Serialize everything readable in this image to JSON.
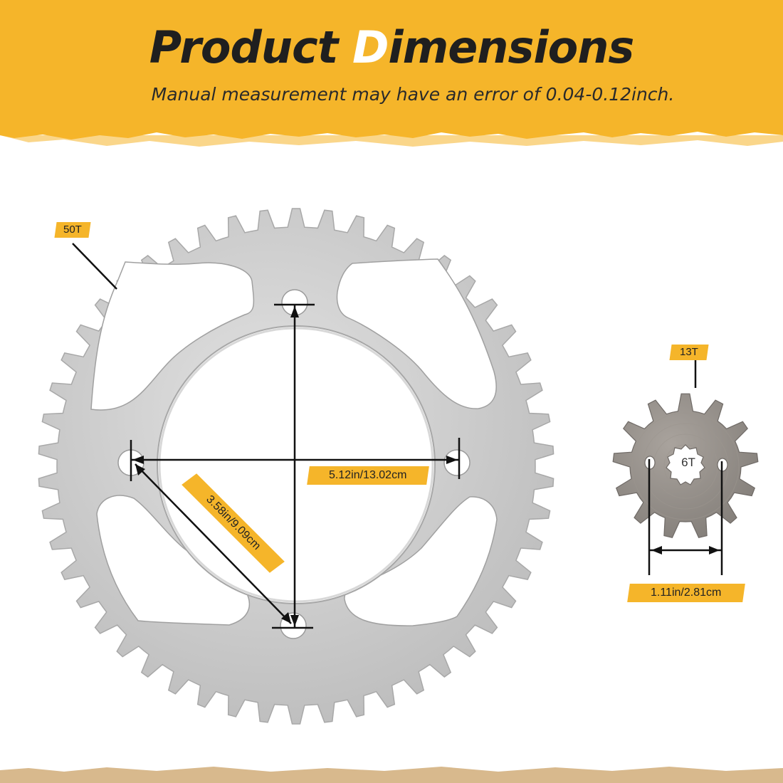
{
  "header": {
    "title_pre": "Product ",
    "title_highlight": "D",
    "title_post": "imensions",
    "subtitle": "Manual measurement may have an error of 0.04-0.12inch."
  },
  "large_sprocket": {
    "teeth_label": "50T",
    "bolt_circle_label": "5.12in/13.02cm",
    "bolt_spacing_label": "3.58in/9.09cm"
  },
  "small_sprocket": {
    "teeth_label": "13T",
    "spline_label": "6T",
    "hole_spacing_label": "1.11in/2.81cm"
  },
  "colors": {
    "accent": "#f5b52a",
    "steel": "#c9c9c9",
    "dark_steel": "#8f8a85",
    "text": "#1f1f1f"
  }
}
